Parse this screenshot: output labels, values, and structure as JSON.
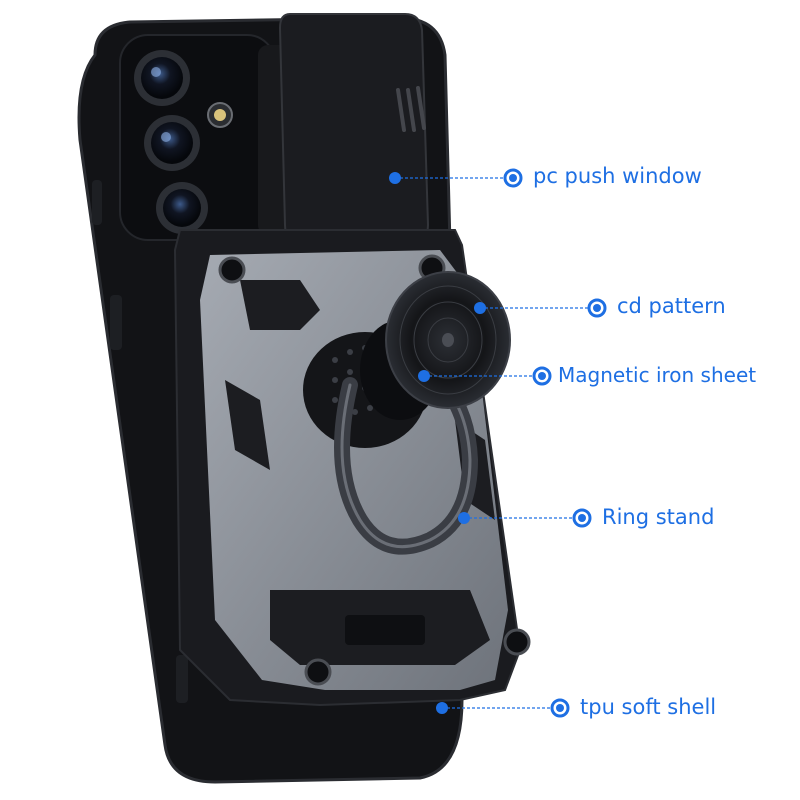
{
  "product": {
    "name": "rugged phone case with camera slide and ring stand",
    "colors": {
      "case": "#121316",
      "case_edge": "#2a2c31",
      "armor_plate": "#8f949c",
      "armor_shadow": "#5e636b",
      "ring_metal": "#3a3d44",
      "accent": "#1e6fe3",
      "label_text": "#1e6fe3"
    }
  },
  "callouts": [
    {
      "id": "pc-push-window",
      "label": "pc push window",
      "icon": "blue-dot-icon"
    },
    {
      "id": "cd-pattern",
      "label": "cd pattern",
      "icon": "blue-dot-icon"
    },
    {
      "id": "magnetic-iron-sheet",
      "label": "Magnetic iron sheet",
      "icon": "blue-dot-icon"
    },
    {
      "id": "ring-stand",
      "label": "Ring stand",
      "icon": "blue-dot-icon"
    },
    {
      "id": "tpu-soft-shell",
      "label": "tpu soft shell",
      "icon": "blue-dot-icon"
    }
  ]
}
